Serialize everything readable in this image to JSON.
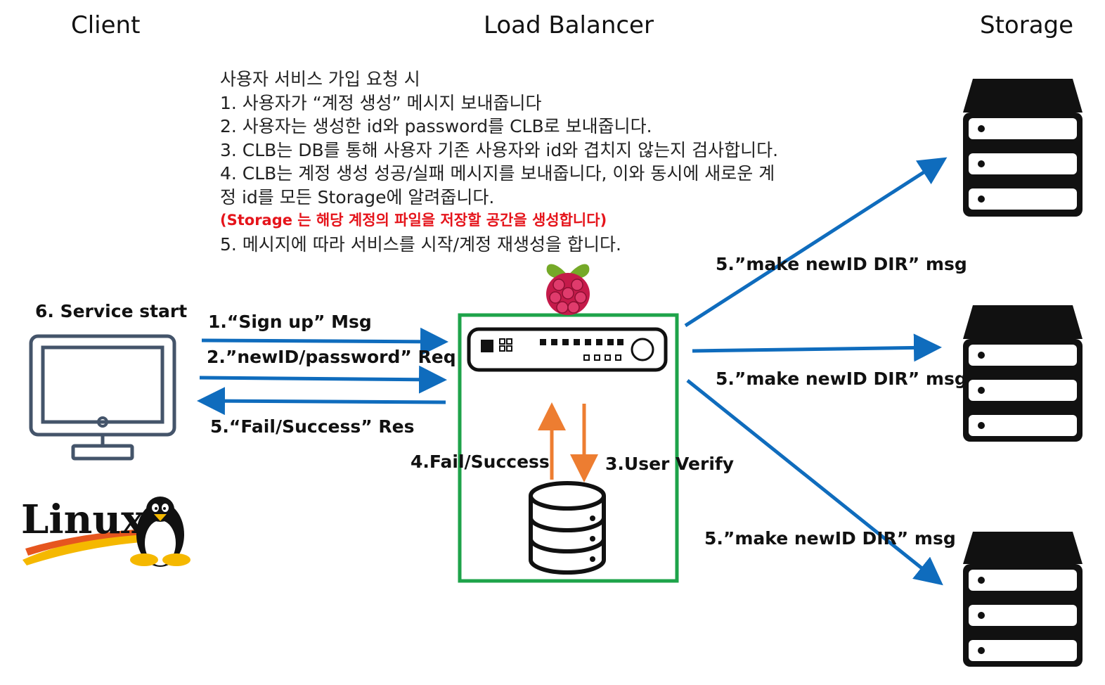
{
  "headers": {
    "client": "Client",
    "load_balancer": "Load Balancer",
    "storage": "Storage"
  },
  "description": {
    "title": "사용자 서비스 가입 요청 시",
    "step1": "1. 사용자가 “계정 생성” 메시지 보내줍니다",
    "step2": "2. 사용자는 생성한 id와 password를 CLB로 보내줍니다.",
    "step3": "3. CLB는 DB를 통해 사용자 기존 사용자와 id와 겹치지 않는지 검사합니다.",
    "step4a": "4. CLB는 계정 생성 성공/실패 메시지를 보내줍니다, 이와 동시에 새로운 계",
    "step4b": "정 id를 모든 Storage에 알려줍니다.",
    "note": "(Storage 는 해당 계정의 파일을 저장할 공간을 생성합니다)",
    "step5": "5. 메시지에 따라 서비스를 시작/계정 재생성을 합니다."
  },
  "client": {
    "service_start": "6. Service start",
    "logo_text": "Linux"
  },
  "messages": {
    "sign_up": "1.“Sign up” Msg",
    "new_id_req": "2.”newID/password” Req",
    "fail_success_res": "5.“Fail/Success” Res",
    "fail_success": "4.Fail/Success",
    "user_verify": "3.User Verify",
    "storage_msg_1": "5.”make newID DIR” msg",
    "storage_msg_2": "5.”make newID DIR” msg",
    "storage_msg_3": "5.”make newID DIR” msg"
  },
  "colors": {
    "arrow_blue": "#0f6cbd",
    "arrow_orange": "#ed7d31",
    "box_green": "#1ea34a",
    "monitor": "#44546a",
    "note_red": "#e5141b"
  },
  "icons": {
    "client": "monitor-icon",
    "os": "linux-penguin-logo",
    "device": "raspberry-pi-logo",
    "balancer": "network-switch-icon",
    "database": "database-icon",
    "storage": "server-stack-icon"
  }
}
